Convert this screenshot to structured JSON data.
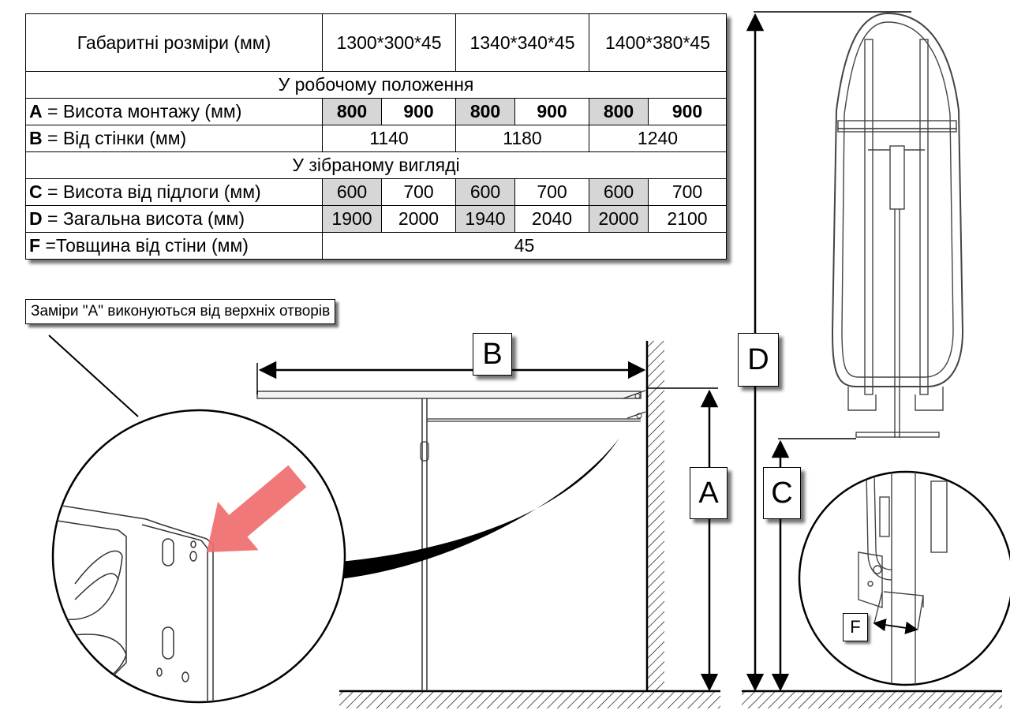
{
  "table": {
    "header": {
      "label": "Габаритні розміри (мм)",
      "sizes": [
        "1300*300*45",
        "1340*340*45",
        "1400*380*45"
      ]
    },
    "section_working": "У робочому положення",
    "row_a": {
      "key": "A",
      "label": " =  Висота монтажу (мм)",
      "values": [
        "800",
        "900",
        "800",
        "900",
        "800",
        "900"
      ]
    },
    "row_b": {
      "key": "B",
      "label": " = Від стінки (мм)",
      "values": [
        "1140",
        "1180",
        "1240"
      ]
    },
    "section_folded": "У зібраному вигляді",
    "row_c": {
      "key": "C",
      "label": " = Висота від підлоги (мм)",
      "values": [
        "600",
        "700",
        "600",
        "700",
        "600",
        "700"
      ]
    },
    "row_d": {
      "key": "D",
      "label": " = Загальна висота (мм)",
      "values": [
        "1900",
        "2000",
        "1940",
        "2040",
        "2000",
        "2100"
      ]
    },
    "row_f": {
      "key": "F",
      "label": " =Товщина від стіни (мм)",
      "value": "45"
    }
  },
  "note": "Заміри \"A\" виконуються від верхніх отворів",
  "dimensions": {
    "b": "B",
    "a": "A",
    "d": "D",
    "c": "C",
    "f": "F"
  },
  "colors": {
    "arrow": "#f06c6c",
    "shade": "#d6d6d6"
  }
}
